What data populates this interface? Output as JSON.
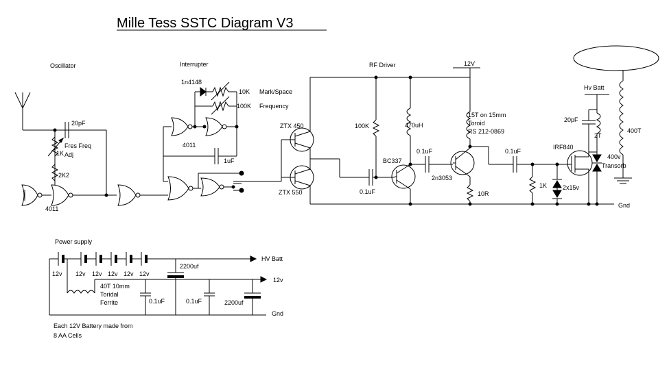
{
  "title": "Mille Tess SSTC Diagram V3",
  "sections": {
    "oscillator": "Oscillator",
    "interrupter": "Interrupter",
    "rf_driver": "RF Driver",
    "power_supply": "Power supply"
  },
  "labels": {
    "v12_top": "12V",
    "hv_batt_top": "Hv Batt",
    "d_1n4148": "1n4148",
    "r_10k": "10K",
    "mark_space": "Mark/Space",
    "r_100k": "100K",
    "frequency": "Frequency",
    "c_20pf_osc": "20pF",
    "fres_freq": "Fres Freq",
    "adj": "Adj",
    "r_1k_osc": "1K",
    "r_2k2": "2K2",
    "ic_4011_a": "4011",
    "ic_4011_b": "4011",
    "c_1uf": "1uF",
    "ztx450": "ZTX 450",
    "ztx550": "ZTX 550",
    "r_100k_rf": "100K",
    "l_470uh": "470uH",
    "toroid_l1": "15T on 15mm",
    "toroid_l2": "Toroid",
    "toroid_l3": "RS 212-0869",
    "c_01uf_a": "0.1uF",
    "c_01uf_b": "0.1uF",
    "c_01uf_c": "0.1uF",
    "bc337": "BC337",
    "q_2n3053": "2n3053",
    "r_10r": "10R",
    "r_1k_gate": "1K",
    "zener": "2x15v",
    "c_20pf_hv": "20pF",
    "irf840": "IRF840",
    "t_2t": "2T",
    "t_400t": "400T",
    "transorb_1": "400v",
    "transorb_2": "Transorb",
    "gnd_rf": "Gnd",
    "ps_hv_batt": "HV Batt",
    "ps_12v_out": "12v",
    "ps_gnd": "Gnd",
    "bat_12v_1": "12v",
    "bat_12v_2": "12v",
    "bat_12v_3": "12v",
    "bat_12v_4": "12v",
    "bat_12v_5": "12v",
    "c_2200uf_a": "2200uf",
    "c_2200uf_b": "2200uf",
    "toroid_ps_1": "40T 10mm",
    "toroid_ps_2": "Toridal",
    "toroid_ps_3": "Ferrite",
    "c_01uf_ps_a": "0.1uF",
    "c_01uf_ps_b": "0.1uF",
    "note_1": "Each 12V Battery made from",
    "note_2": "8 AA Cells"
  }
}
